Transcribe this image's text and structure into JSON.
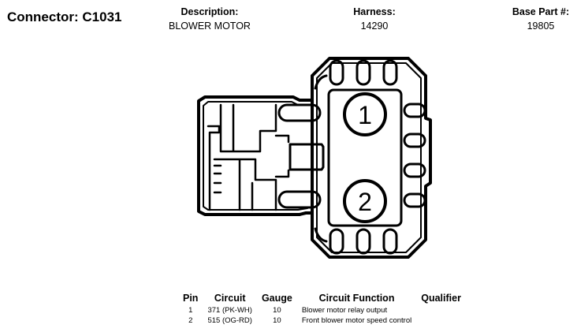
{
  "header": {
    "connector": "Connector: C1031",
    "description_label": "Description:",
    "description_value": "BLOWER MOTOR",
    "harness_label": "Harness:",
    "harness_value": "14290",
    "base_part_label": "Base Part #:",
    "base_part_value": "19805"
  },
  "diagram": {
    "pin_labels": [
      "1",
      "2"
    ]
  },
  "pin_table": {
    "headers": {
      "pin": "Pin",
      "circuit": "Circuit",
      "gauge": "Gauge",
      "function": "Circuit Function",
      "qualifier": "Qualifier"
    },
    "rows": [
      {
        "pin": "1",
        "circuit": "371 (PK-WH)",
        "gauge": "10",
        "function": "Blower motor relay output",
        "qualifier": ""
      },
      {
        "pin": "2",
        "circuit": "515 (OG-RD)",
        "gauge": "10",
        "function": "Front blower motor speed control",
        "qualifier": ""
      }
    ]
  }
}
